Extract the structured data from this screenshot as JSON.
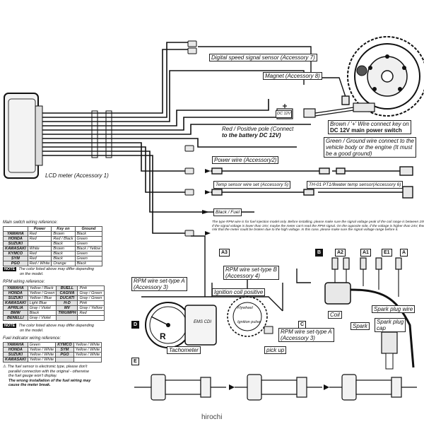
{
  "labels": {
    "speed_sensor": "Digital speed signal sensor (Accessory 7)",
    "magnet": "Magnet (Accessory 8)",
    "brown_wire_1": "Brown / '+' Wire connect key on",
    "brown_wire_2": "DC 12V main power switch",
    "red_wire_1": "Red / Positive pole (Connect",
    "red_wire_2": "to the battery DC 12V)",
    "green_wire_1": "Green / Ground wire connect to the",
    "green_wire_2": "vehicle body or the engine (It must",
    "green_wire_3": "be a good ground)",
    "power_wire": "Power wire (Accessory2)",
    "lcd_meter": "LCD meter (Accessory 1)",
    "temp_sensor_set": "Temp sensor wire set (Accessory 5)",
    "temp_sensor_pt": "TH-01 PT1/8water temp sensor(Accessory 6)",
    "black_fuel": "Black / Fuel",
    "rpm_set_b_1": "RPM wire set-type B",
    "rpm_set_b_2": "(Accessory 4)",
    "rpm_set_a_1": "RPM wire set-type A",
    "rpm_set_a_2": "(Accessory 3)",
    "ignition_coil_positive": "Ignition coil positive",
    "rpm_set_a2_1": "RPM wire set-type A",
    "rpm_set_a2_2": "(Accessory 3)",
    "coil": "Coil",
    "spark_plug_wire": "Spark plug wire",
    "spark": "Spark",
    "spark_plug_cap_1": "Spark plug",
    "spark_plug_cap_2": "cap",
    "tachometer": "Tachometer",
    "pick_up": "pick up",
    "flywheel": "Flywheel",
    "ignition_pulse": "Ignition pulse",
    "ems_cdi": "EMS CDI",
    "tach_r": "R",
    "dc12v": "DC 12V"
  },
  "tags": {
    "A3": "A3",
    "B": "B",
    "A2": "A2",
    "A1": "A1",
    "E1": "E1",
    "A": "A",
    "C": "C",
    "D": "D",
    "E": "E"
  },
  "fuel_injection_note": "The type RPM wire is for fuel injection model only. Before installing, please make sure the signal voltage peak of the coil range is between 15V - 24V. If the signal voltage is lower than 15V, maybe the meter can't read the RPM signal. On the opposite side, if the voltage is higher than 24V, there is a risk that the meter could be broken due to the high voltage. In this case, please make sure the signal voltage range before it.",
  "main_switch": {
    "title": "Main switch wiring reference:",
    "headers": [
      "",
      "Power",
      "Key on",
      "Ground"
    ],
    "rows": [
      [
        "YAMAHA",
        "Red",
        "Brown",
        "Black"
      ],
      [
        "HONDA",
        "Red",
        "Red / Black",
        "Green"
      ],
      [
        "SUZUKI",
        "",
        "Black",
        "Green"
      ],
      [
        "KAWASAKI",
        "White",
        "Brown",
        "Black / Yellow"
      ],
      [
        "KYMCO",
        "Red",
        "Black",
        "Green"
      ],
      [
        "SYM",
        "Red",
        "Black",
        "Green"
      ],
      [
        "PGO",
        "Red / White",
        "Orange",
        "Black"
      ]
    ],
    "note_tag": "NOTE",
    "note_1": "The color listed above may differ depending",
    "note_2": "on the model."
  },
  "rpm_wiring": {
    "title": "RPM wiring reference:",
    "rows": [
      [
        "YAMAHA",
        "Yellow / Black",
        "BUELL",
        "Pink"
      ],
      [
        "HONDA",
        "Yellow / Green",
        "CAGIVA",
        "Gray / Green"
      ],
      [
        "SUZUKI",
        "Yellow / Blue",
        "DUCATI",
        "Gray / Green"
      ],
      [
        "KAWASAKI",
        "Light Blue",
        "H-D",
        "Pink"
      ],
      [
        "APRILIA",
        "Gray / Violet",
        "MV",
        "Gray / Yellow"
      ],
      [
        "BMW",
        "Black",
        "TRIUMPH",
        "Red"
      ],
      [
        "BENELLI",
        "Gray / Violet",
        "",
        ""
      ]
    ],
    "note_tag": "NOTE",
    "note_1": "The color listed above may differ depending",
    "note_2": "on the model."
  },
  "fuel_indicator": {
    "title": "Fuel indicator wiring reference:",
    "rows": [
      [
        "YAMAHA",
        "Green",
        "KYMCO",
        "Yellow / White"
      ],
      [
        "HONDA",
        "Yellow / White",
        "SYM",
        "Yellow / White"
      ],
      [
        "SUZUKI",
        "Yellow / White",
        "PGO",
        "Yellow / White"
      ],
      [
        "KAWASAKI",
        "Yellow / White",
        "",
        ""
      ]
    ],
    "warn_1": "The fuel sensor is electronic type, please don't",
    "warn_2": "parallel connection with the original - otherwise",
    "warn_3": "the fuel gauge won't display.",
    "warn_4": "The wrong installation of the fuel wiring may",
    "warn_5": "cause the meter break."
  },
  "watermark": "hirochi"
}
